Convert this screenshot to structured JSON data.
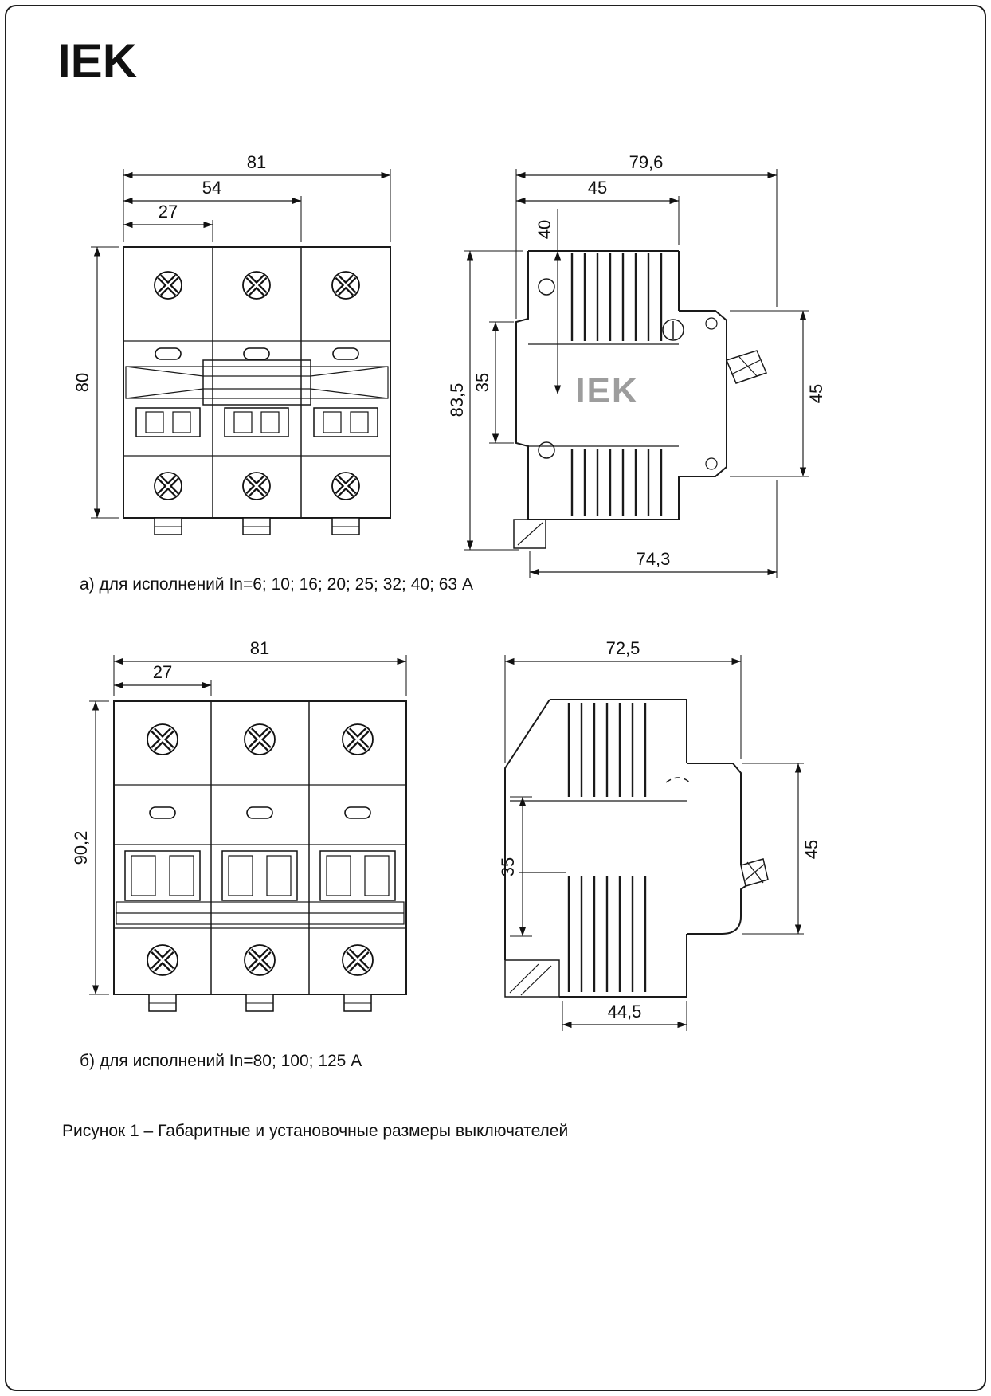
{
  "page": {
    "logo": "IEK",
    "caption_a": "а) для исполнений In=6; 10; 16; 20; 25; 32; 40; 63 А",
    "caption_b": "б) для исполнений In=80; 100; 125 А",
    "figure_caption": "Рисунок 1 – Габаритные и установочные размеры выключателей"
  },
  "front_a": {
    "dim_total_width": "81",
    "dim_two_poles": "54",
    "dim_pole": "27",
    "dim_height": "80"
  },
  "side_a": {
    "dim_total_depth": "79,6",
    "dim_body_depth": "45",
    "dim_top": "40",
    "dim_height": "83,5",
    "dim_rail_window": "35",
    "dim_front_height": "45",
    "dim_bottom_depth": "74,3",
    "logo": "IEK"
  },
  "front_b": {
    "dim_total_width": "81",
    "dim_pole": "27",
    "dim_height": "90,2"
  },
  "side_b": {
    "dim_total_depth": "72,5",
    "dim_rail_window": "35",
    "dim_front_height": "45",
    "dim_bottom_depth": "44,5"
  }
}
